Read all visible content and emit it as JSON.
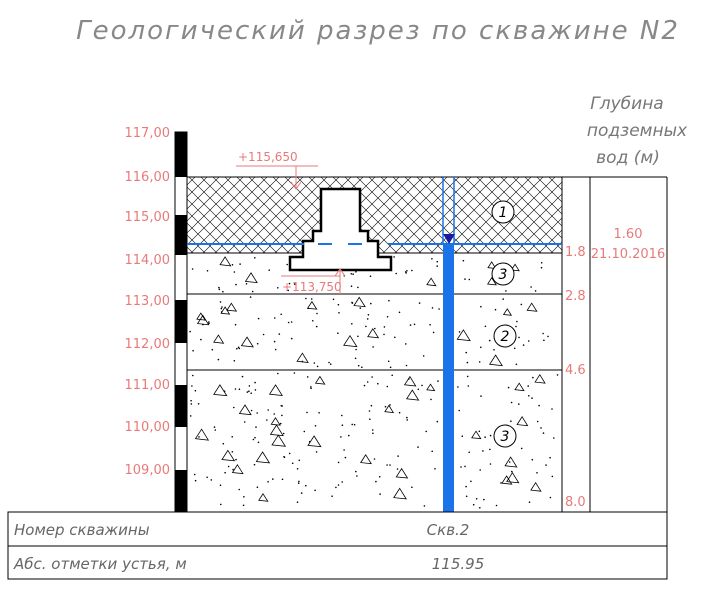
{
  "title": "Геологический разрез по скважине N2",
  "gw_header": [
    "Глубина",
    "подземных",
    "вод (м)"
  ],
  "gw_depth": "1.60",
  "gw_date": "21.10.2016",
  "scale_labels": [
    "117,00",
    "116,00",
    "115,00",
    "114,00",
    "113,00",
    "112,00",
    "111,00",
    "110,00",
    "109,00"
  ],
  "markers": {
    "top": "+115,650",
    "bottom": "+113,750"
  },
  "layers": [
    {
      "id": "1",
      "depth": "1.8"
    },
    {
      "id": "3",
      "depth": "2.8"
    },
    {
      "id": "2",
      "depth": "4.6"
    },
    {
      "id": "3",
      "depth": "8.0"
    }
  ],
  "table": [
    {
      "label": "Номер скважины",
      "value": "Скв.2"
    },
    {
      "label": "Абс. отметки устья, м",
      "value": "115.95"
    }
  ],
  "colors": {
    "accent_red": "#e87a7a",
    "water_blue": "#1a73e8",
    "line": "#000000"
  }
}
